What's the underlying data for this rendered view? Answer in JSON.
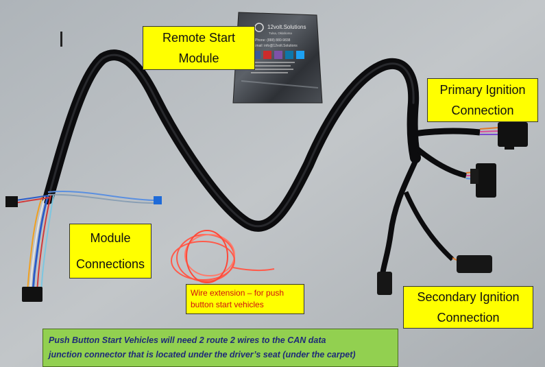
{
  "labels": {
    "remote_start_module": [
      "Remote Start",
      "Module"
    ],
    "primary_ignition": [
      "Primary Ignition",
      "Connection"
    ],
    "module_connections": [
      "Module",
      "Connections"
    ],
    "secondary_ignition": [
      "Secondary Ignition",
      "Connection"
    ],
    "wire_extension": [
      "Wire extension – for push",
      "button start vehicles"
    ]
  },
  "note": [
    "Push Button Start Vehicles will need 2 route 2 wires to the CAN data",
    "junction connector that is located under the driver’s seat (under the carpet)"
  ],
  "packet": {
    "brand": "12volt.Solutions",
    "tagline": "Tulsa, Oklahoma",
    "phone": "Phone: (888) 880-9838",
    "email": "Email: info@12volt.Solutions",
    "social_icons": [
      "facebook-icon",
      "youtube-icon",
      "instagram-icon",
      "linkedin-icon",
      "twitter-icon"
    ]
  },
  "colors": {
    "label_bg": "#ffff00",
    "note_bg": "#92d050",
    "note_text": "#1e2a78",
    "wire_text": "#d01010",
    "cable": "#0c0c0e",
    "background": "#b7bcc0"
  }
}
